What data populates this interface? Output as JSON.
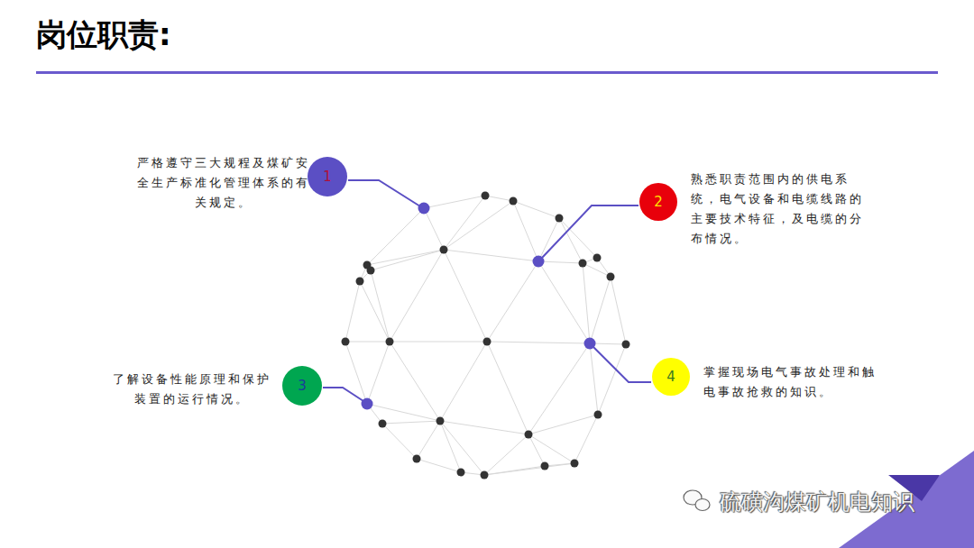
{
  "diagram": {
    "title": "岗位职责:",
    "nodes": [
      {
        "text": [
          "1"
        ]
      },
      {
        "text": [
          "2"
        ]
      },
      {
        "text": [
          "3"
        ]
      },
      {
        "text": [
          "4"
        ]
      }
    ],
    "labels": [
      "严格遵守三大规程及煤矿安全生产标准化管理体系的有关规定。",
      "熟悉职责范围内的供电系统，电气设备和电缆线路的主要技术特征，及电缆的分布情况。",
      "了解设备性能原理和保护装置的运行情况。",
      "掌握现场电气事故处理和触电事故抢救的知识。",
      "硫磺沟煤矿机电知识"
    ]
  }
}
